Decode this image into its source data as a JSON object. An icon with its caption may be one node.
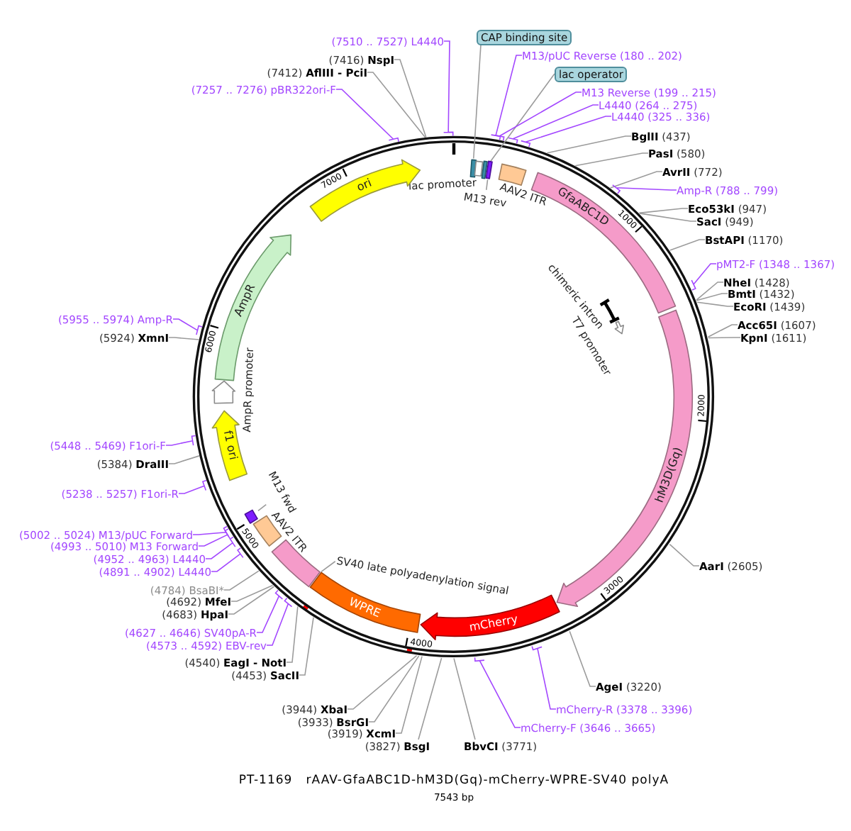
{
  "diagram": {
    "title": "PT-1169   rAAV-GfaABC1D-hM3D(Gq)-mCherry-WPRE-SV40 polyA",
    "nodes": [
      {
        "text": [],
        "shape": "circle"
      },
      {
        "text": [
          "CAP binding site"
        ]
      },
      {
        "text": [],
        "shape": "box",
        "in": 0
      },
      {
        "text": [
          "lac promoter"
        ],
        "in": 0
      },
      {
        "text": [
          "lac operator"
        ]
      },
      {
        "text": [],
        "shape": "box",
        "in": 0
      },
      {
        "text": [
          "M13 rev"
        ],
        "in": 0
      },
      {
        "text": [],
        "shape": "box",
        "in": 0
      },
      {
        "text": [
          "AAV2 ITR"
        ],
        "in": 0
      },
      {
        "text": [
          "GfaABC1D"
        ],
        "in": 0
      },
      {
        "text": [
          "chimeric intron"
        ],
        "in": 0
      },
      {
        "text": [
          "T7 promoter"
        ],
        "in": 0
      },
      {
        "text": [
          "hM3D(Gq)"
        ],
        "in": 0
      },
      {
        "text": [
          "mCherry"
        ],
        "in": 0
      },
      {
        "text": [
          "WPRE"
        ],
        "in": 0
      },
      {
        "text": [
          "SV40 late polyadenylation signal"
        ],
        "in": 0
      },
      {
        "text": [],
        "shape": "box",
        "in": 0
      },
      {
        "text": [
          "AAV2 ITR"
        ],
        "in": 0
      },
      {
        "text": [
          "M13 fwd"
        ],
        "in": 0
      },
      {
        "text": [],
        "shape": "box",
        "in": 0
      },
      {
        "text": [
          "f1 ori"
        ],
        "in": 0
      },
      {
        "text": [
          "AmpR promoter"
        ],
        "in": 0
      },
      {
        "text": [
          "AmpR"
        ],
        "in": 0
      },
      {
        "text": [
          "ori"
        ],
        "in": 0
      },
      {
        "text": [
          "M13/pUC Reverse (180 .. 202)"
        ]
      },
      {
        "text": [
          "M13 Reverse (199 .. 215)"
        ]
      },
      {
        "text": [
          "L4440 (264 .. 275)"
        ]
      },
      {
        "text": [
          "L4440 (325 .. 336)"
        ]
      },
      {
        "text": [
          "**BglII** (437)"
        ]
      },
      {
        "text": [
          "**PasI** (580)"
        ]
      },
      {
        "text": [
          "**AvrII** (772)"
        ]
      },
      {
        "text": [
          "Amp-R (788 .. 799)"
        ]
      },
      {
        "text": [
          "**Eco53kI** (947)"
        ]
      },
      {
        "text": [
          "**SacI** (949)"
        ]
      },
      {
        "text": [
          "**BstAPI** (1170)"
        ]
      },
      {
        "text": [
          "pMT2-F (1348 .. 1367)"
        ]
      },
      {
        "text": [
          "**NheI** (1428)"
        ]
      },
      {
        "text": [
          "**BmtI** (1432)"
        ]
      },
      {
        "text": [
          "**EcoRI** (1439)"
        ]
      },
      {
        "text": [
          "**Acc65I** (1607)"
        ]
      },
      {
        "text": [
          "**KpnI** (1611)"
        ]
      },
      {
        "text": [
          "**AarI** (2605)"
        ]
      },
      {
        "text": [
          "**AgeI** (3220)"
        ]
      },
      {
        "text": [
          "mCherry-R (3378 .. 3396)"
        ]
      },
      {
        "text": [
          "mCherry-F (3646 .. 3665)"
        ]
      },
      {
        "text": [
          "**BbvCI** (3771)"
        ]
      },
      {
        "text": [
          "(3827) **BsgI**"
        ]
      },
      {
        "text": [
          "(3919) **XcmI**"
        ]
      },
      {
        "text": [
          "(3933) **BsrGI**"
        ]
      },
      {
        "text": [
          "(3944) **XbaI**"
        ]
      },
      {
        "text": [
          "(4453) **SacII**"
        ]
      },
      {
        "text": [
          "(4540) **EagI - NotI**"
        ]
      },
      {
        "text": [
          "(4573 .. 4592) EBV-rev"
        ]
      },
      {
        "text": [
          "(4627 .. 4646) SV40pA-R"
        ]
      },
      {
        "text": [
          "(4683) **HpaI**"
        ]
      },
      {
        "text": [
          "(4692) **MfeI**"
        ]
      },
      {
        "text": [
          "(4784) BsaBI*"
        ]
      },
      {
        "text": [
          "(4891 .. 4902) L4440"
        ]
      },
      {
        "text": [
          "(4952 .. 4963) L4440"
        ]
      },
      {
        "text": [
          "(4993 .. 5010) M13 Forward"
        ]
      },
      {
        "text": [
          "(5002 .. 5024) M13/pUC Forward"
        ]
      },
      {
        "text": [
          "(5238 .. 5257) F1ori-R"
        ]
      },
      {
        "text": [
          "(5384) **DraIII**"
        ]
      },
      {
        "text": [
          "(5448 .. 5469) F1ori-F"
        ]
      },
      {
        "text": [
          "(5924) **XmnI**"
        ]
      },
      {
        "text": [
          "(5955 .. 5974) Amp-R"
        ]
      },
      {
        "text": [
          "(7257 .. 7276) pBR322ori-F"
        ]
      },
      {
        "text": [
          "(7412) **AflIII - PciI**"
        ]
      },
      {
        "text": [
          "(7416) **NspI**"
        ]
      },
      {
        "text": [
          "(7510 .. 7527) L4440"
        ]
      }
    ],
    "edges": [
      {
        "from": 1,
        "to": 2,
        "arrow": "none"
      },
      {
        "from": 4,
        "to": 5,
        "arrow": "none"
      },
      {
        "from": 6,
        "to": 7,
        "arrow": "none"
      },
      {
        "from": 15,
        "to": 16,
        "arrow": "none"
      },
      {
        "from": 18,
        "to": 19,
        "arrow": "none"
      },
      {
        "from": 24,
        "to": 0,
        "arrow": "none",
        "color": "#a347ff"
      },
      {
        "from": 25,
        "to": 0,
        "arrow": "none",
        "color": "#a347ff"
      },
      {
        "from": 26,
        "to": 0,
        "arrow": "none",
        "color": "#a347ff"
      },
      {
        "from": 27,
        "to": 0,
        "arrow": "none",
        "color": "#a347ff"
      },
      {
        "from": 28,
        "to": 0,
        "arrow": "none"
      },
      {
        "from": 29,
        "to": 0,
        "arrow": "none"
      },
      {
        "from": 30,
        "to": 0,
        "arrow": "none"
      },
      {
        "from": 31,
        "to": 0,
        "arrow": "none",
        "color": "#a347ff"
      },
      {
        "from": 32,
        "to": 0,
        "arrow": "none"
      },
      {
        "from": 33,
        "to": 0,
        "arrow": "none"
      },
      {
        "from": 34,
        "to": 0,
        "arrow": "none"
      },
      {
        "from": 35,
        "to": 0,
        "arrow": "none",
        "color": "#a347ff"
      },
      {
        "from": 36,
        "to": 0,
        "arrow": "none"
      },
      {
        "from": 37,
        "to": 0,
        "arrow": "none"
      },
      {
        "from": 38,
        "to": 0,
        "arrow": "none"
      },
      {
        "from": 39,
        "to": 0,
        "arrow": "none"
      },
      {
        "from": 40,
        "to": 0,
        "arrow": "none"
      },
      {
        "from": 41,
        "to": 0,
        "arrow": "none"
      },
      {
        "from": 42,
        "to": 0,
        "arrow": "none"
      },
      {
        "from": 43,
        "to": 0,
        "arrow": "none",
        "color": "#a347ff"
      },
      {
        "from": 44,
        "to": 0,
        "arrow": "none",
        "color": "#a347ff"
      },
      {
        "from": 45,
        "to": 0,
        "arrow": "none"
      },
      {
        "from": 46,
        "to": 0,
        "arrow": "none"
      },
      {
        "from": 47,
        "to": 0,
        "arrow": "none"
      },
      {
        "from": 48,
        "to": 0,
        "arrow": "none"
      },
      {
        "from": 49,
        "to": 0,
        "arrow": "none"
      },
      {
        "from": 50,
        "to": 0,
        "arrow": "none"
      },
      {
        "from": 51,
        "to": 0,
        "arrow": "none"
      },
      {
        "from": 52,
        "to": 0,
        "arrow": "none",
        "color": "#a347ff"
      },
      {
        "from": 53,
        "to": 0,
        "arrow": "none",
        "color": "#a347ff"
      },
      {
        "from": 54,
        "to": 0,
        "arrow": "none"
      },
      {
        "from": 55,
        "to": 0,
        "arrow": "none"
      },
      {
        "from": 56,
        "to": 0,
        "arrow": "none"
      },
      {
        "from": 57,
        "to": 0,
        "arrow": "none",
        "color": "#a347ff"
      },
      {
        "from": 58,
        "to": 0,
        "arrow": "none",
        "color": "#a347ff"
      },
      {
        "from": 59,
        "to": 0,
        "arrow": "none",
        "color": "#a347ff"
      },
      {
        "from": 60,
        "to": 0,
        "arrow": "none",
        "color": "#a347ff"
      },
      {
        "from": 61,
        "to": 0,
        "arrow": "none",
        "color": "#a347ff"
      },
      {
        "from": 62,
        "to": 0,
        "arrow": "none"
      },
      {
        "from": 63,
        "to": 0,
        "arrow": "none",
        "color": "#a347ff"
      },
      {
        "from": 64,
        "to": 0,
        "arrow": "none"
      },
      {
        "from": 65,
        "to": 0,
        "arrow": "none",
        "color": "#a347ff"
      },
      {
        "from": 66,
        "to": 0,
        "arrow": "none",
        "color": "#a347ff"
      },
      {
        "from": 67,
        "to": 0,
        "arrow": "none"
      },
      {
        "from": 68,
        "to": 0,
        "arrow": "none"
      },
      {
        "from": 69,
        "to": 0,
        "arrow": "none",
        "color": "#a347ff"
      }
    ],
    "labels": [
      "1000",
      "2000",
      "3000",
      "4000",
      "5000",
      "6000",
      "7000",
      "7543 bp"
    ]
  }
}
